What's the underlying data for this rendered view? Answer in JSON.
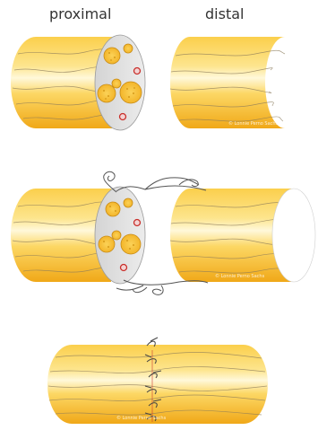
{
  "labels": {
    "proximal": "proximal",
    "distal": "distal"
  },
  "watermark": "© Lonnie Perno Sachs",
  "colors": {
    "nerve_light": "#fff6cf",
    "nerve_mid": "#fbd35a",
    "nerve_dark": "#f1ad1c",
    "fiber_line": "#8a7a5a",
    "cut_face": "#e2e2e2",
    "fascicle": "#f2b01a",
    "vessel": "#c9302c",
    "suture": "#555555"
  },
  "panels": [
    {
      "name": "cut-nerve-ends"
    },
    {
      "name": "suture-placement"
    },
    {
      "name": "repaired-nerve"
    }
  ]
}
